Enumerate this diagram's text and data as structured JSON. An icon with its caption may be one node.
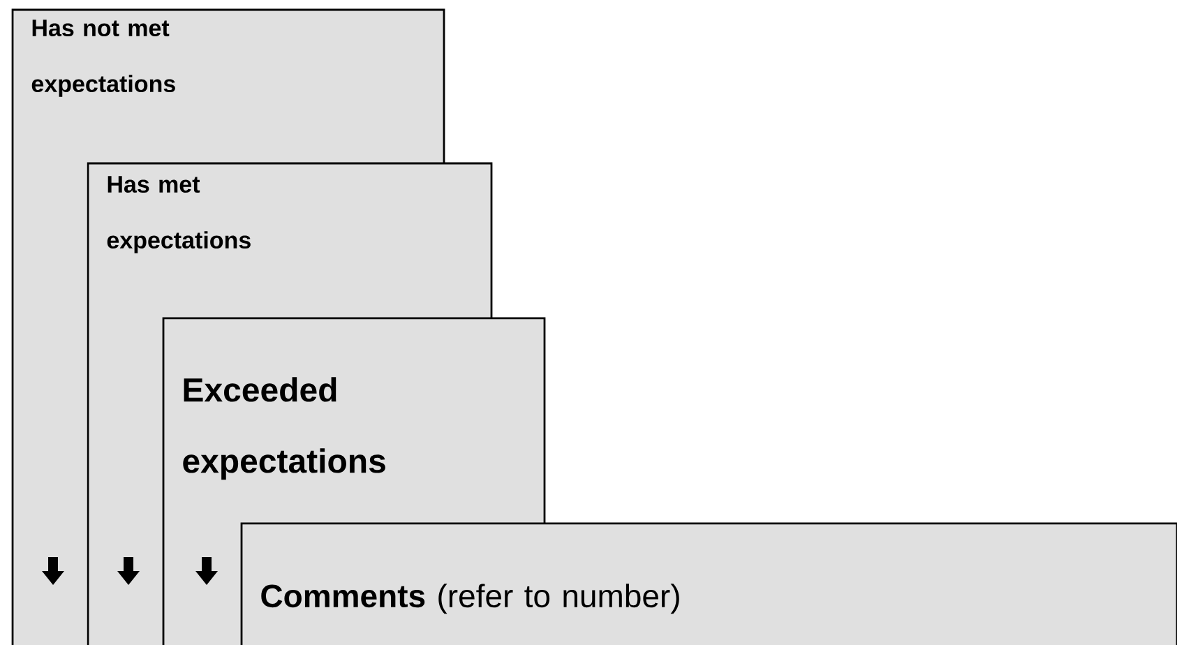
{
  "diagram": {
    "nodes": [
      {
        "text": [
          "Has not met expectations"
        ]
      },
      {
        "text": [
          "Has met expectations"
        ]
      },
      {
        "text": [
          "Exceeded expectations"
        ]
      },
      {
        "text": [
          "**Comments** (refer to number)"
        ]
      }
    ]
  }
}
